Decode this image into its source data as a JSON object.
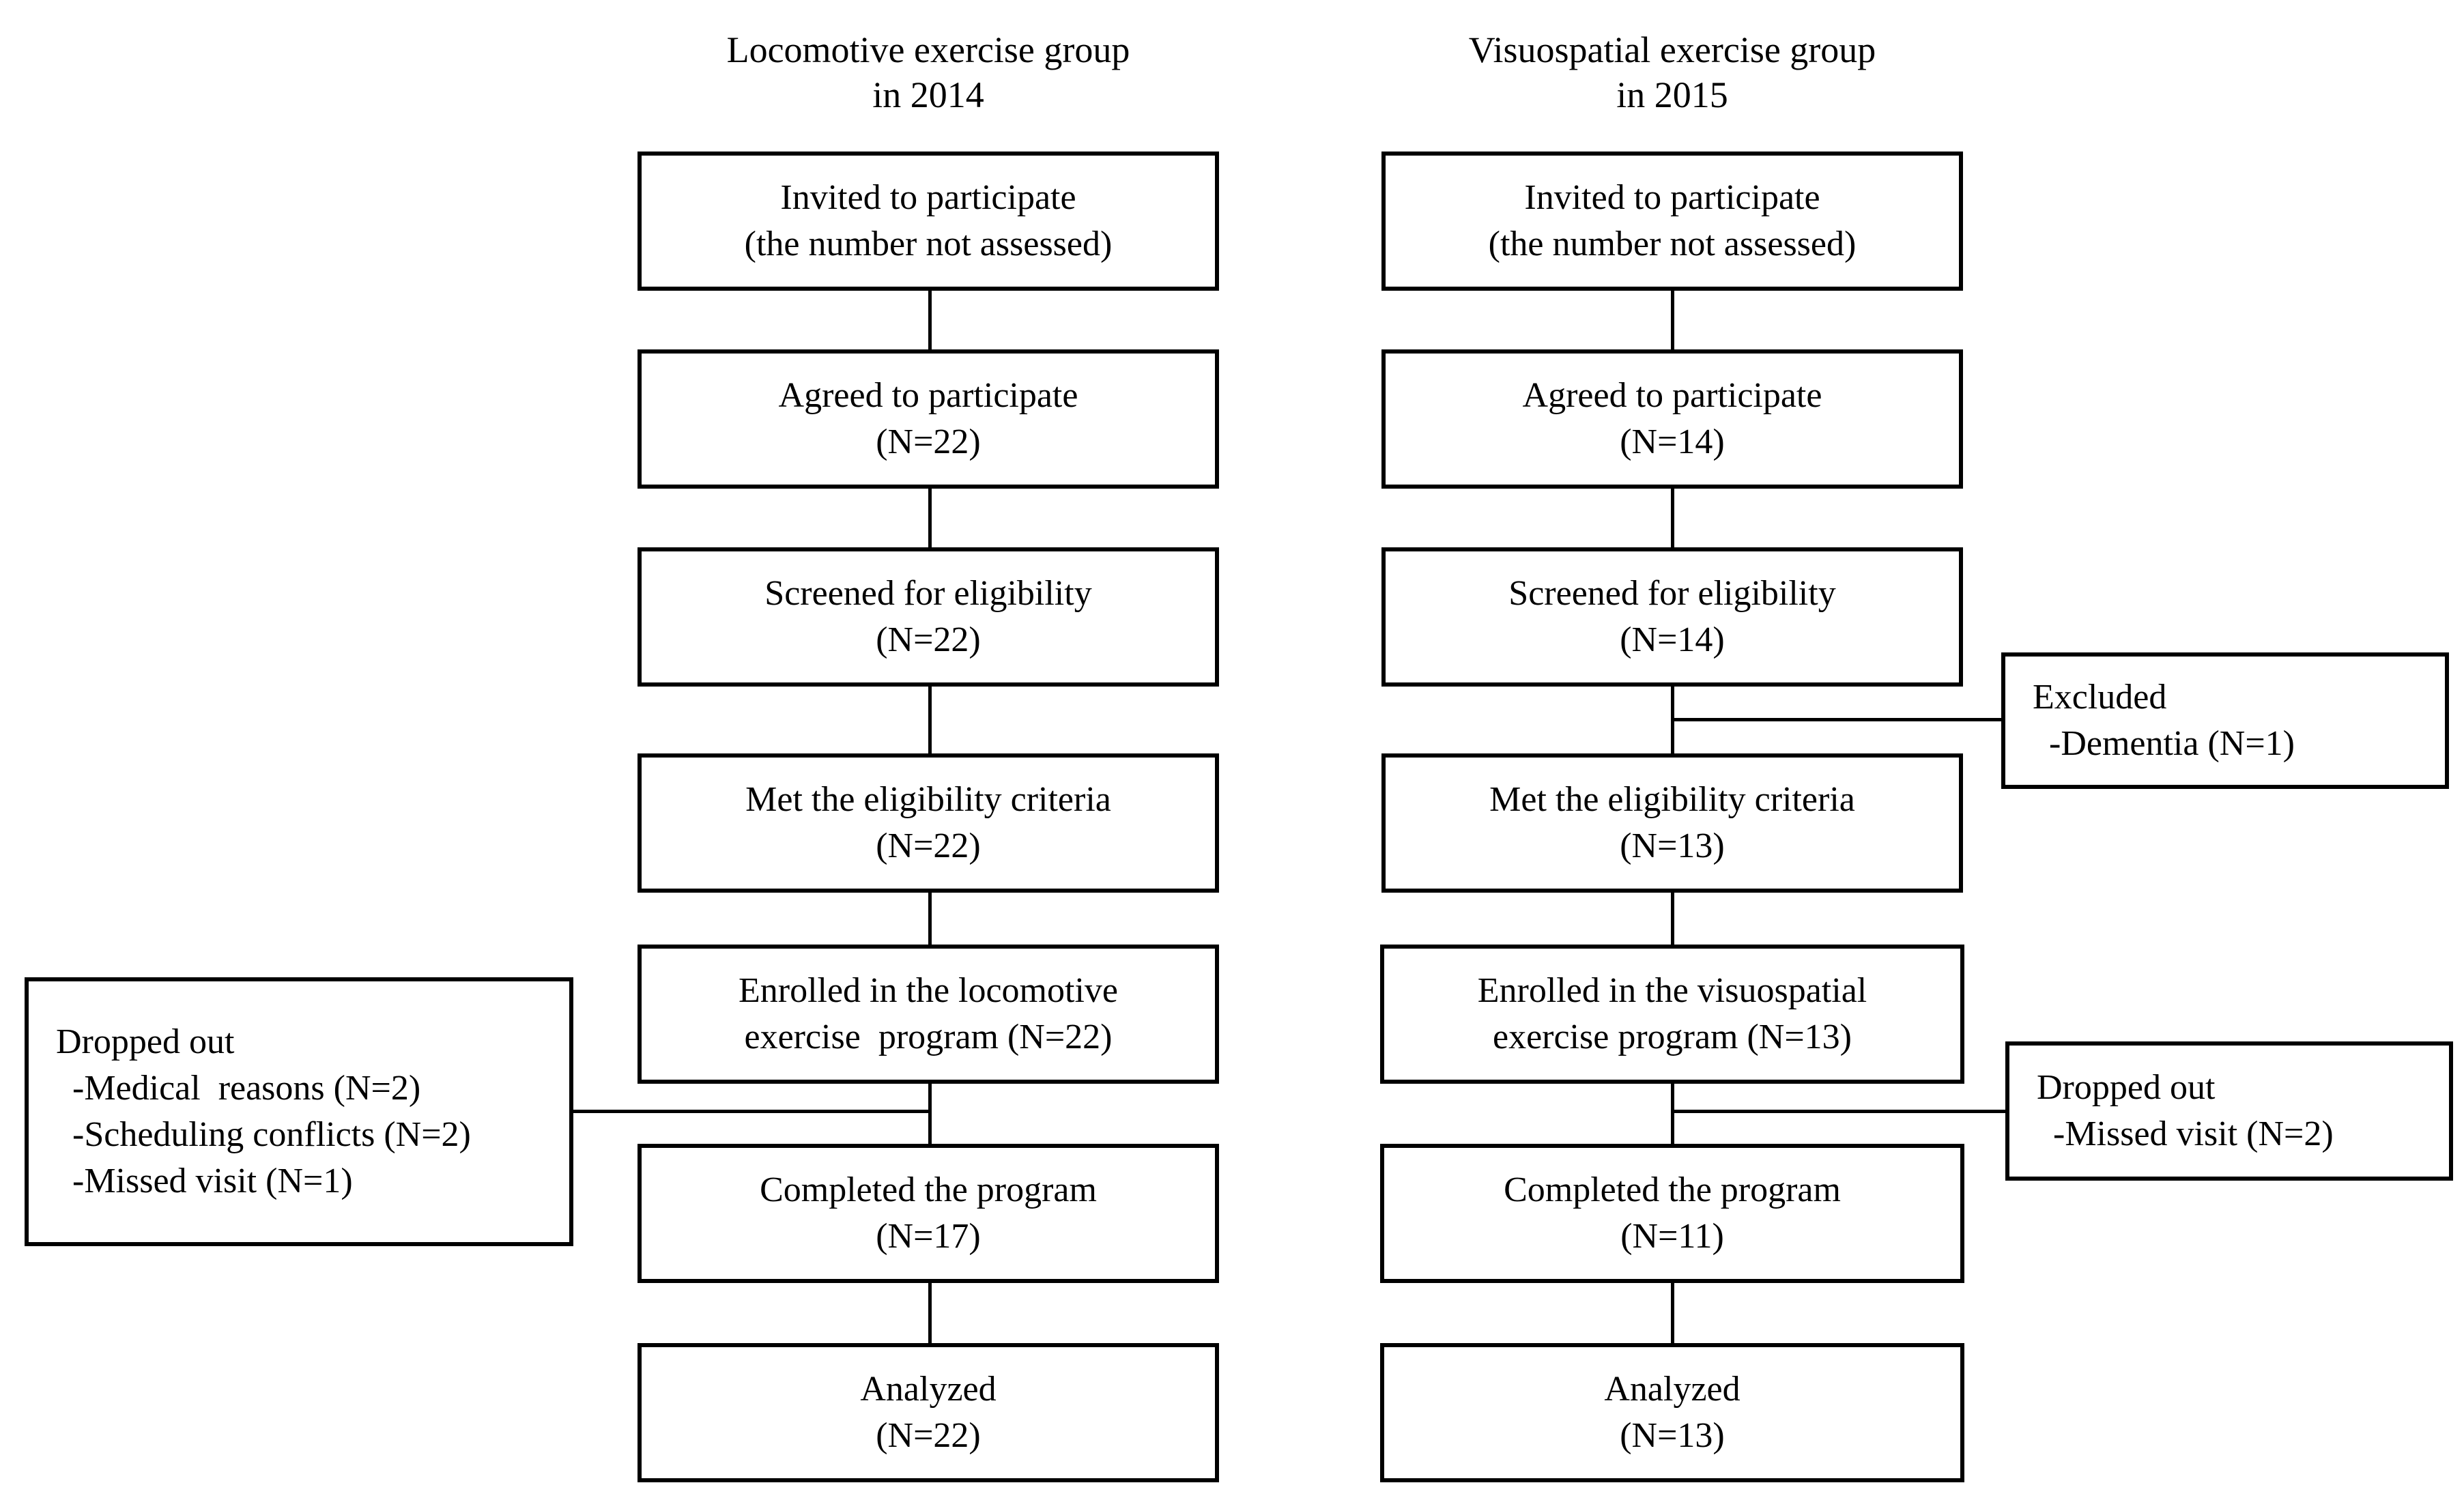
{
  "columns": [
    {
      "header": [
        "Locomotive exercise group",
        "in 2014"
      ],
      "steps": [
        [
          "Invited to participate",
          "(the number not assessed)"
        ],
        [
          "Agreed to participate",
          "(N=22)"
        ],
        [
          "Screened for eligibility",
          "(N=22)"
        ],
        [
          "Met the eligibility criteria",
          "(N=22)"
        ],
        [
          "Enrolled in the locomotive",
          "exercise  program (N=22)"
        ],
        [
          "Completed the program",
          "(N=17)"
        ],
        [
          "Analyzed",
          "(N=22)"
        ]
      ]
    },
    {
      "header": [
        "Visuospatial exercise group",
        "in 2015"
      ],
      "steps": [
        [
          "Invited to participate",
          "(the number not assessed)"
        ],
        [
          "Agreed to participate",
          "(N=14)"
        ],
        [
          "Screened for eligibility",
          "(N=14)"
        ],
        [
          "Met the eligibility criteria",
          "(N=13)"
        ],
        [
          "Enrolled in the visuospatial",
          "exercise program (N=13)"
        ],
        [
          "Completed the program",
          "(N=11)"
        ],
        [
          "Analyzed",
          "(N=13)"
        ]
      ]
    }
  ],
  "side_boxes": {
    "locomotive_dropout": {
      "title": "Dropped out",
      "items": [
        "-Medical  reasons (N=2)",
        "-Scheduling conflicts (N=2)",
        "-Missed visit (N=1)"
      ]
    },
    "visuospatial_excluded": {
      "title": "Excluded",
      "items": [
        "-Dementia (N=1)"
      ]
    },
    "visuospatial_dropout": {
      "title": "Dropped out",
      "items": [
        "-Missed visit (N=2)"
      ]
    }
  }
}
